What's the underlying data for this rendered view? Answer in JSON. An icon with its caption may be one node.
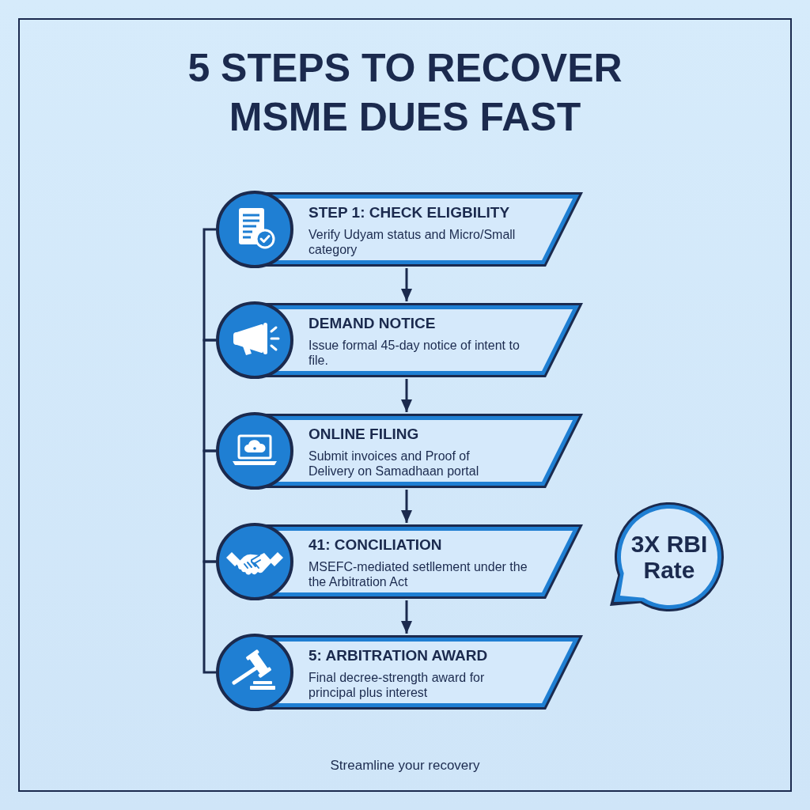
{
  "diagram": {
    "title": "5 STEPS TO RECOVER MSME DUES FAST",
    "nodes": [
      {
        "text": [
          "STEP 1: CHECK ELIGBILITY",
          "Verify Udyam status and Micro/Small category"
        ]
      },
      {
        "text": [
          "DEMAND NOTICE",
          "Issue formal 45-day notice of intent to file."
        ]
      },
      {
        "text": [
          "ONLINE FILING",
          "Submit invoices and Proof of Delivery on Samadhaan portal"
        ]
      },
      {
        "text": [
          "41: CONCILIATION",
          "MSEFC-mediated setllement under the the Arbitration Act"
        ]
      },
      {
        "text": [
          "5: ARBITRATION AWARD",
          "Final decree-strength award for principal plus interest"
        ]
      },
      {
        "text": [
          "3X RBI Rate"
        ]
      }
    ],
    "edges": [
      {
        "from": 0,
        "to": 1,
        "arrow": "to"
      },
      {
        "from": 1,
        "to": 2,
        "arrow": "to"
      },
      {
        "from": 2,
        "to": 3,
        "arrow": "to"
      },
      {
        "from": 3,
        "to": 4,
        "arrow": "to"
      },
      {
        "from": 0,
        "to": 1,
        "arrow": "none"
      },
      {
        "from": 1,
        "to": 2,
        "arrow": "none"
      },
      {
        "from": 2,
        "to": 3,
        "arrow": "none"
      },
      {
        "from": 3,
        "to": 4,
        "arrow": "none"
      }
    ],
    "labels": [
      "Streamline your recovery"
    ]
  }
}
